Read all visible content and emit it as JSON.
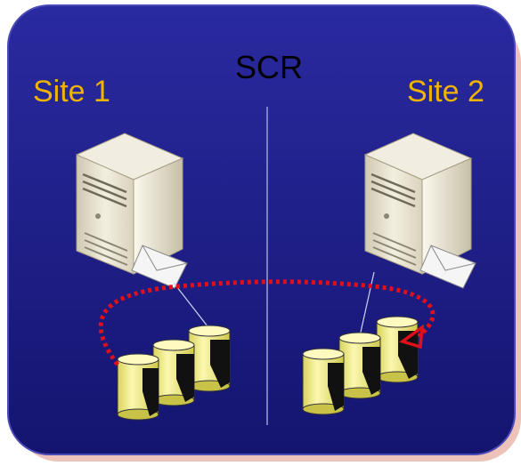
{
  "diagram": {
    "title": "SCR",
    "sites": [
      {
        "label": "Site 1"
      },
      {
        "label": "Site 2"
      }
    ]
  },
  "colors": {
    "panel": "#1c1c8c",
    "panel_border": "#4a4ab8",
    "panel_shadow": "#e8b3a6",
    "site_label": "#f0b400",
    "title": "#000000",
    "divider": "#9aa0d8",
    "replication_arrow": "#e0101a",
    "database": "#f2ee7a",
    "server_body": "#e7e2cf"
  },
  "icons": {
    "server": "server-icon",
    "log_envelope": "envelope-icon",
    "database": "database-icon",
    "replication": "replication-arrow"
  }
}
